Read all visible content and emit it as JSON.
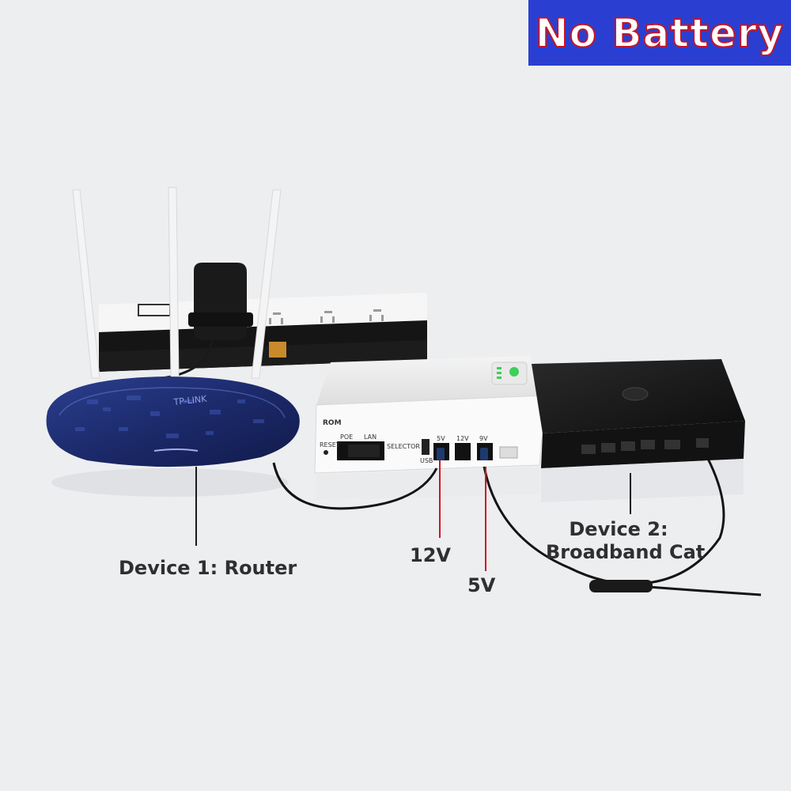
{
  "badge": {
    "text": "No Battery",
    "bg": "#2a3fd2",
    "text_color": "#ffffff",
    "outline": "#c0162a"
  },
  "labels": {
    "router": "Device 1: Router",
    "cat_line1": "Device 2:",
    "cat_line2": "Broadband Cat",
    "v12": "12V",
    "v5": "5V"
  },
  "ups_ports": {
    "reset": "RESET",
    "poe": "POE",
    "lan": "LAN",
    "selector": "SELECTOR",
    "usb": "USB",
    "p5v": "5V",
    "p12v": "12V",
    "p9v": "9V"
  },
  "colors": {
    "pointer_red": "#d1151e",
    "router_blue": "#1f2d6e",
    "background": "#edeef0"
  }
}
